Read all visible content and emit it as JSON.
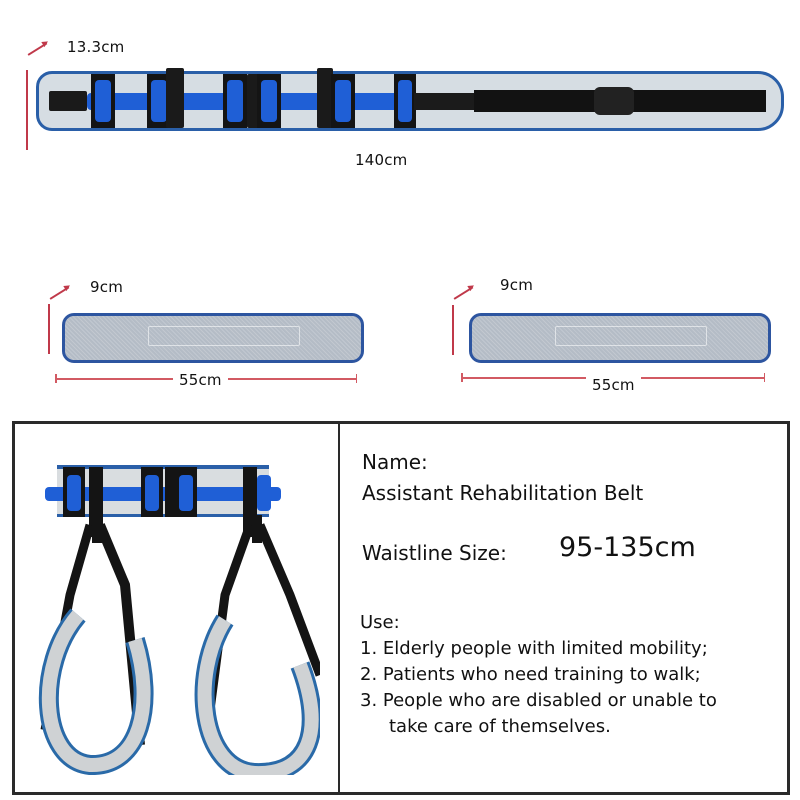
{
  "top_belt": {
    "height_label": "13.3cm",
    "length_label": "140cm"
  },
  "left_pad": {
    "height_label": "9cm",
    "length_label": "55cm"
  },
  "right_pad": {
    "height_label": "9cm",
    "length_label": "55cm"
  },
  "product": {
    "name_label": "Name:",
    "name_value": "Assistant Rehabilitation Belt",
    "waist_label": "Waistline Size:",
    "waist_value": "95-135cm",
    "use_label": "Use:",
    "uses": [
      "1. Elderly people with limited mobility;",
      "2. Patients who need training to walk;",
      "3. People who are disabled or unable to",
      "take care of themselves."
    ]
  },
  "colors": {
    "belt_blue": "#1f5fd6",
    "edge_blue": "#2a5fa8",
    "pad_gray": "#b4bcc6",
    "dimension_red": "#c0394a",
    "strap_black": "#141414"
  }
}
